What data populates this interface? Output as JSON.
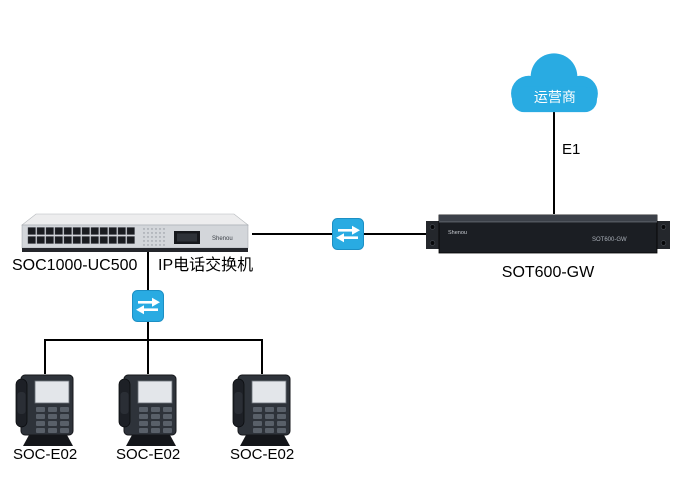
{
  "nodes": {
    "cloud": {
      "label": "运营商"
    },
    "e1": {
      "label": "E1"
    },
    "gateway": {
      "label": "SOT600-GW",
      "panel_brand": "Shenou",
      "panel_model": "SOT600-GW"
    },
    "switch": {
      "label": "SOC1000-UC500",
      "sublabel": "IP电话交换机",
      "panel_brand": "Shenou"
    },
    "phones": [
      {
        "label": "SOC-E02"
      },
      {
        "label": "SOC-E02"
      },
      {
        "label": "SOC-E02"
      }
    ]
  },
  "colors": {
    "accent_blue": "#29abe2",
    "line": "#000000"
  }
}
